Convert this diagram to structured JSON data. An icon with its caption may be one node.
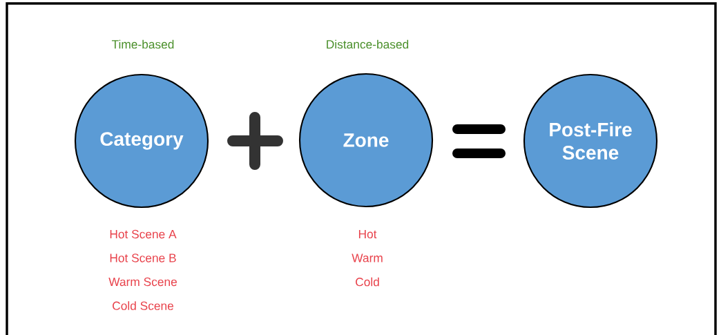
{
  "diagram": {
    "nodes": [
      {
        "text": [
          "Category"
        ],
        "beside": [
          "Time-based",
          "Hot Scene A",
          "Hot Scene B",
          "Warm Scene",
          "Cold Scene"
        ]
      },
      {
        "text": [
          "Zone"
        ],
        "beside": [
          "Distance-based",
          "Hot",
          "Warm",
          "Cold"
        ]
      },
      {
        "text": [
          "Post-Fire Scene"
        ]
      }
    ]
  }
}
